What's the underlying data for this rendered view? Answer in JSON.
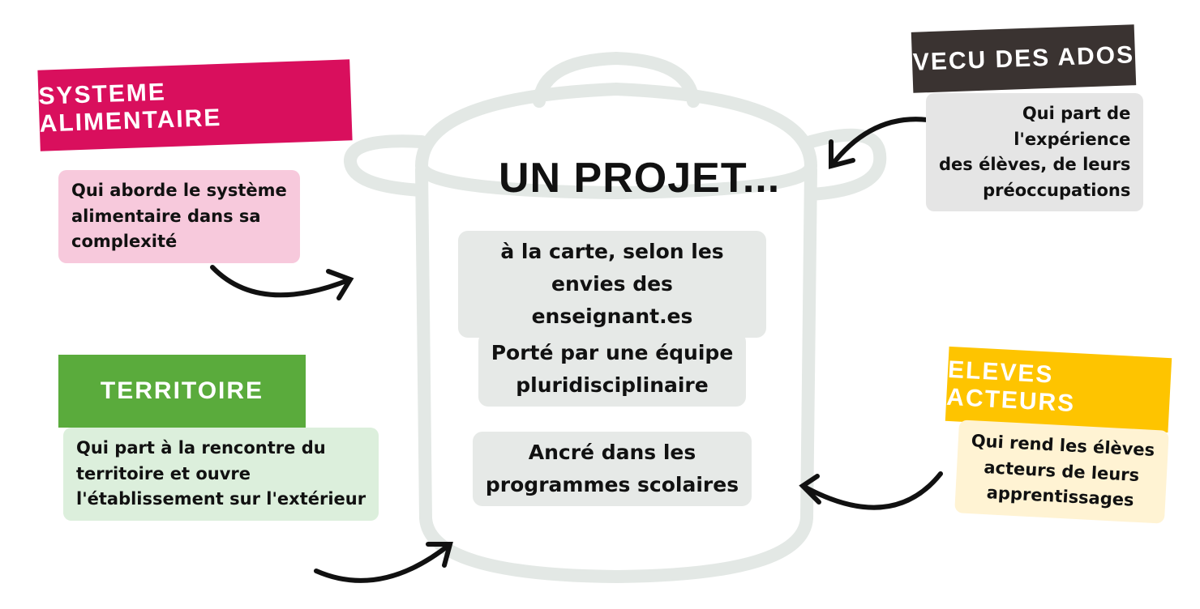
{
  "title": "UN PROJET...",
  "center_items": [
    {
      "lines": [
        "à la carte, selon les",
        "envies des enseignant.es"
      ]
    },
    {
      "lines": [
        "Porté par une équipe",
        "pluridisciplinaire"
      ]
    },
    {
      "lines": [
        "Ancré dans les",
        "programmes scolaires"
      ]
    }
  ],
  "topics": {
    "systeme": {
      "tag": "SYSTEME ALIMENTAIRE",
      "lines": [
        "Qui aborde le système",
        "alimentaire dans sa",
        "complexité"
      ],
      "color": "#d90f5d",
      "bg": "#f7c9dc"
    },
    "territoire": {
      "tag": "TERRITOIRE",
      "lines": [
        "Qui part à la rencontre du",
        "territoire et ouvre",
        "l'établissement sur l'extérieur"
      ],
      "color": "#5aab3c",
      "bg": "#dcefdc"
    },
    "vecu": {
      "tag": "VECU DES ADOS",
      "lines": [
        "Qui part de",
        "l'expérience",
        "des élèves, de leurs",
        "préoccupations"
      ],
      "color": "#3a3331",
      "bg": "#e5e5e5"
    },
    "eleves": {
      "tag": "ELEVES ACTEURS",
      "lines": [
        "Qui rend les élèves",
        "acteurs de leurs",
        "apprentissages"
      ],
      "color": "#fec400",
      "bg": "#fff3d3"
    }
  }
}
